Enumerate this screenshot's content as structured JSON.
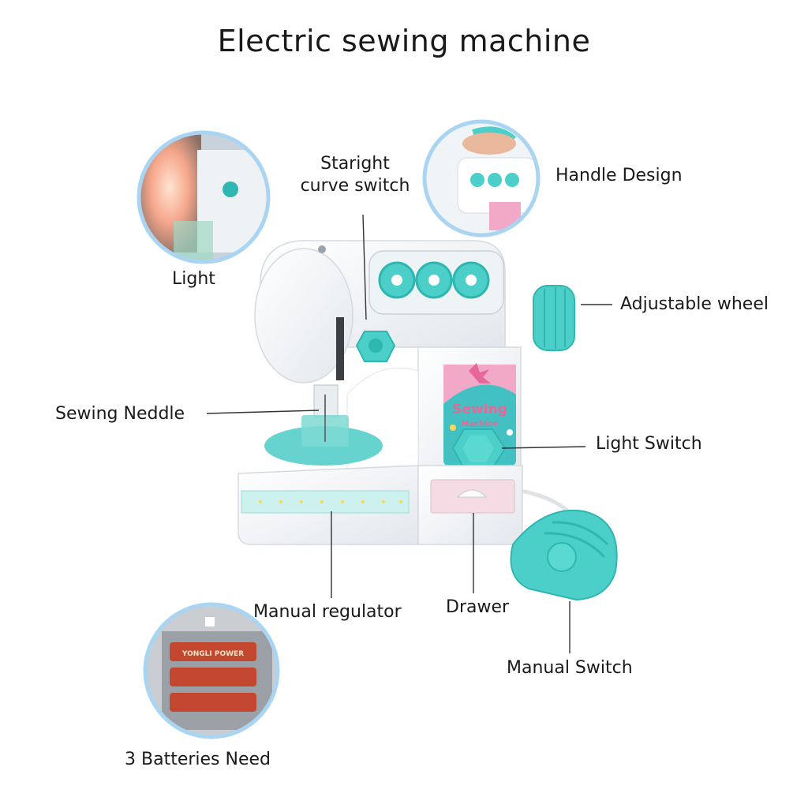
{
  "title": "Electric sewing machine",
  "labels": {
    "light": "Light",
    "straight_curve_switch_line1": "Staright",
    "straight_curve_switch_line2": "curve switch",
    "handle_design": "Handle Design",
    "adjustable_wheel": "Adjustable wheel",
    "sewing_needle": "Sewing Neddle",
    "light_switch": "Light Switch",
    "manual_regulator": "Manual regulator",
    "drawer": "Drawer",
    "manual_switch": "Manual Switch",
    "batteries": "3 Batteries Need"
  },
  "decal": {
    "line1": "Sewing",
    "line2": "Machine"
  },
  "battery_text": "YONGLI POWER",
  "colors": {
    "teal": "#4ccfc9",
    "teal_dark": "#2eb6b0",
    "body_white": "#f4f6f8",
    "circle_border": "#a9d4f2",
    "pink": "#e8679a"
  }
}
